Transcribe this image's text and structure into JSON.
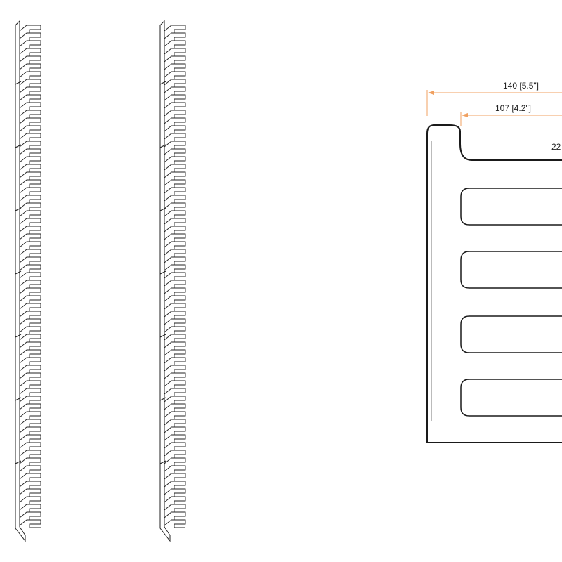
{
  "dimensions": {
    "overall_width": "140 [5.5\"]",
    "inner_width": "107 [4.2\"]",
    "partial_label": "22"
  },
  "colors": {
    "dimension_line": "#f0a060",
    "outline": "#1a1a1a",
    "background": "#ffffff"
  }
}
